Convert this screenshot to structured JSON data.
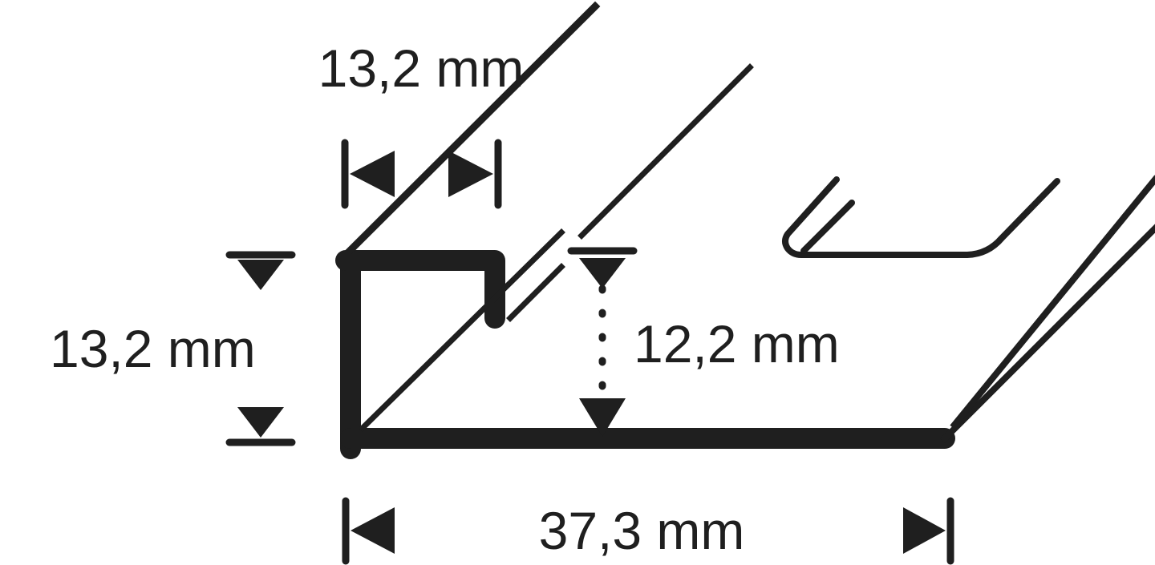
{
  "drawing": {
    "kind": "technical-dimension-drawing",
    "subject": "aluminium edge / stair-nosing profile cross-section (isometric)",
    "background_color": "#ffffff",
    "line_color": "#1f1f1f",
    "units": "mm",
    "decimal_separator": ","
  },
  "dimensions": {
    "top_width": {
      "label": "13,2 mm",
      "value": 13.2,
      "unit": "mm",
      "orientation": "horizontal",
      "arrow_style": "outward",
      "line_style": "solid",
      "measures": "top flange width"
    },
    "left_height": {
      "label": "13,2 mm",
      "value": 13.2,
      "unit": "mm",
      "orientation": "vertical",
      "arrow_style": "outward",
      "line_style": "solid",
      "measures": "overall profile height"
    },
    "inner_height": {
      "label": "12,2 mm",
      "value": 12.2,
      "unit": "mm",
      "orientation": "vertical",
      "arrow_style": "inward",
      "line_style": "dashed",
      "measures": "inner clear height"
    },
    "bottom_width": {
      "label": "37,3 mm",
      "value": 37.3,
      "unit": "mm",
      "orientation": "horizontal",
      "arrow_style": "outward",
      "line_style": "solid",
      "measures": "overall profile width"
    }
  }
}
